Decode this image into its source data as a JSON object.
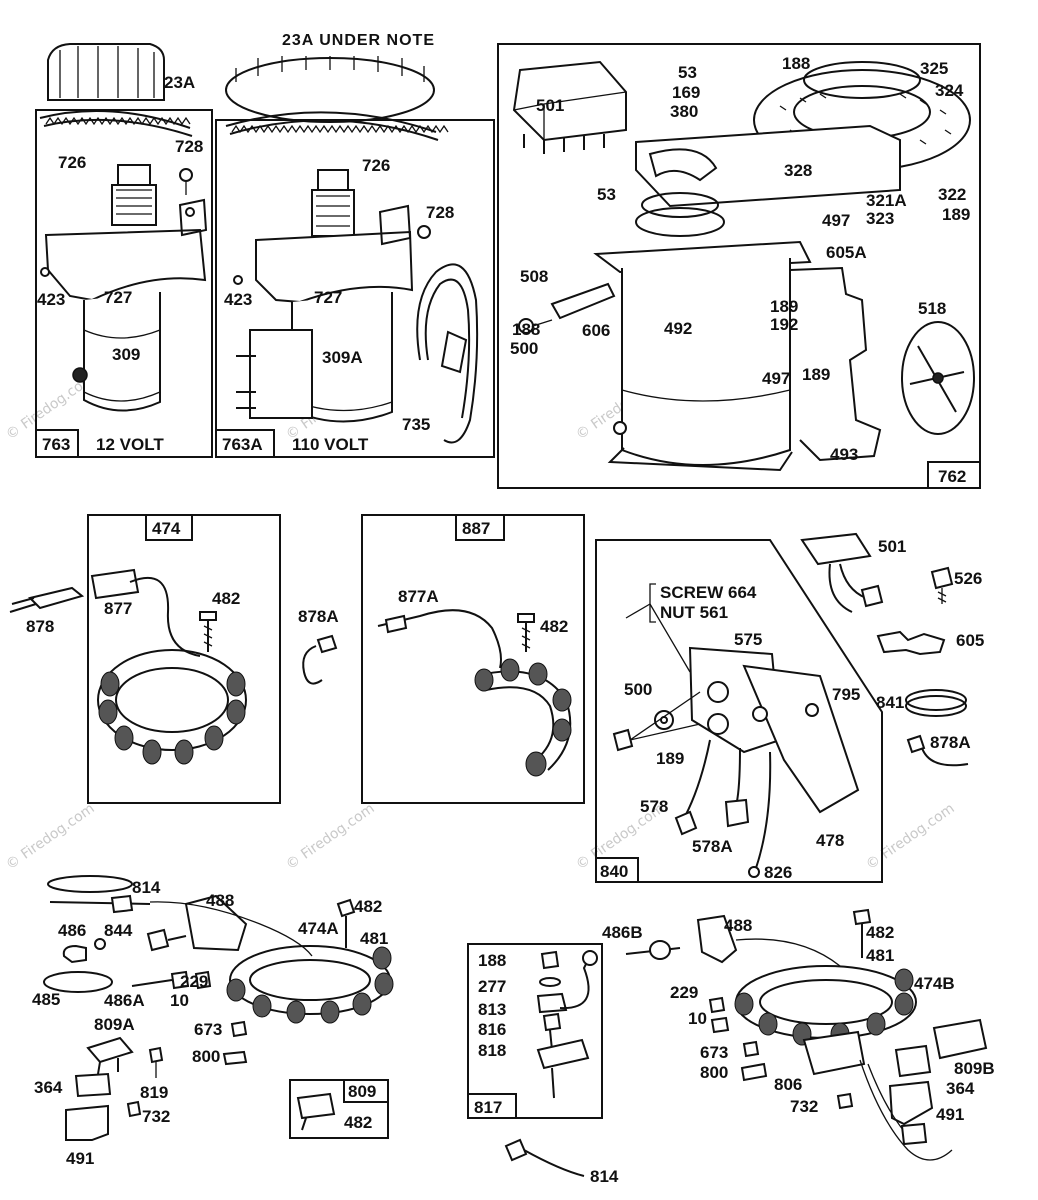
{
  "watermark": {
    "text": "© Firedog.com",
    "color": "#c9c9c9"
  },
  "panels": {
    "p763": {
      "box_label": "763",
      "caption": "12 VOLT"
    },
    "p763a": {
      "box_label": "763A",
      "caption": "110 VOLT",
      "note": "23A UNDER NOTE"
    },
    "p762": {
      "box_label": "762"
    },
    "p474": {
      "box_label": "474"
    },
    "p887": {
      "box_label": "887"
    },
    "p840": {
      "box_label": "840",
      "screw_note": "SCREW 664",
      "nut_note": "NUT 561"
    },
    "p809": {
      "box_label": "809"
    },
    "p817": {
      "box_label": "817"
    }
  },
  "callouts": {
    "c23a_left": "23A",
    "c726_left": "726",
    "c728_left": "728",
    "c423_left": "423",
    "c727_left": "727",
    "c309": "309",
    "c726_mid": "726",
    "c728_mid": "728",
    "c423_mid": "423",
    "c727_mid": "727",
    "c309a": "309A",
    "c735": "735",
    "c501_top": "501",
    "c53_a": "53",
    "c169": "169",
    "c380": "380",
    "c188_top": "188",
    "c325": "325",
    "c324": "324",
    "c328": "328",
    "c53_b": "53",
    "c321a": "321A",
    "c322": "322",
    "c323": "323",
    "c189_a": "189",
    "c497_a": "497",
    "c605a": "605A",
    "c508": "508",
    "c188_mid": "188",
    "c500_a": "500",
    "c606": "606",
    "c492": "492",
    "c189_b": "189",
    "c192": "192",
    "c497_b": "497",
    "c189_c": "189",
    "c518": "518",
    "c493": "493",
    "c878": "878",
    "c877": "877",
    "c482_a": "482",
    "c878a_a": "878A",
    "c877a": "877A",
    "c482_b": "482",
    "c501_mid": "501",
    "c526": "526",
    "c605": "605",
    "c575": "575",
    "c500_b": "500",
    "c795": "795",
    "c841": "841",
    "c878a_b": "878A",
    "c189_d": "189",
    "c578": "578",
    "c578a": "578A",
    "c478": "478",
    "c826": "826",
    "c814_a": "814",
    "c488_a": "488",
    "c482_c": "482",
    "c486": "486",
    "c844": "844",
    "c474a": "474A",
    "c481_a": "481",
    "c229_a": "229",
    "c485": "485",
    "c486a": "486A",
    "c10_a": "10",
    "c809a": "809A",
    "c673_a": "673",
    "c800_a": "800",
    "c364_a": "364",
    "c819": "819",
    "c732_a": "732",
    "c491_a": "491",
    "c482_d": "482",
    "c486b": "486B",
    "c488_b": "488",
    "c482_e": "482",
    "c188_low": "188",
    "c277": "277",
    "c813": "813",
    "c816": "816",
    "c818": "818",
    "c481_b": "481",
    "c474b": "474B",
    "c229_b": "229",
    "c10_b": "10",
    "c673_b": "673",
    "c800_b": "800",
    "c806": "806",
    "c809b": "809B",
    "c364_b": "364",
    "c732_b": "732",
    "c491_b": "491",
    "c814_b": "814"
  }
}
